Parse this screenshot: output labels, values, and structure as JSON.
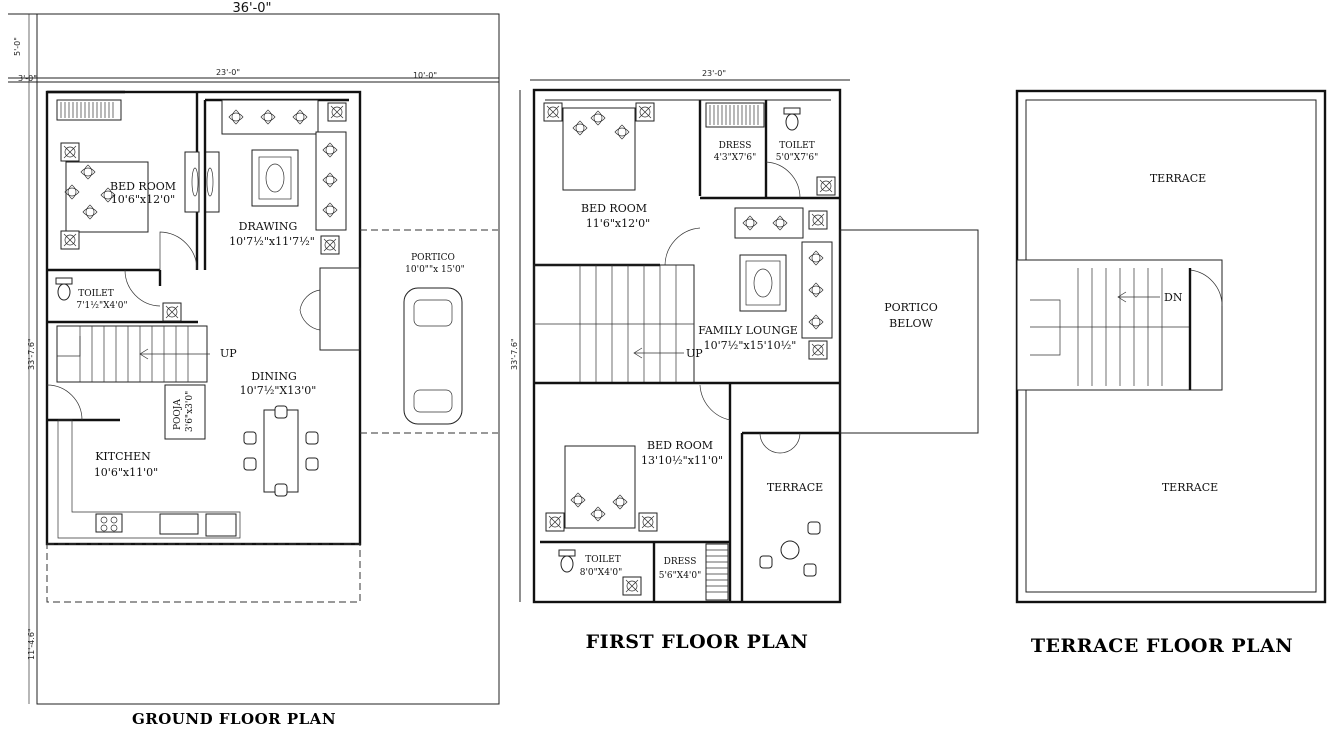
{
  "dimensions": {
    "plot_width": "36'-0\"",
    "front_setback": "5'-0\"",
    "side_setback": "3'-0\"",
    "gf_width": "23'-0\"",
    "portico_width": "10'-0\"",
    "gf_depth": "33'-7.6\"",
    "rear_open": "11'-4.6\"",
    "ff_width": "23'-0\"",
    "ff_depth": "33'-7.6\""
  },
  "ground_floor": {
    "title": "GROUND FLOOR PLAN",
    "bedroom": {
      "name": "BED ROOM",
      "size": "10'6\"x12'0\""
    },
    "drawing": {
      "name": "DRAWING",
      "size": "10'7½\"x11'7½\""
    },
    "portico": {
      "name": "PORTICO",
      "size": "10'0\"\"x 15'0\""
    },
    "toilet": {
      "name": "TOILET",
      "size": "7'1½\"X4'0\""
    },
    "up": "UP",
    "dining": {
      "name": "DINING",
      "size": "10'7½\"X13'0\""
    },
    "pooja": {
      "name": "POOJA",
      "size": "3'6\"x3'0\""
    },
    "kitchen": {
      "name": "KITCHEN",
      "size": "10'6\"x11'0\""
    }
  },
  "first_floor": {
    "title": "FIRST FLOOR PLAN",
    "bedroom1": {
      "name": "BED ROOM",
      "size": "11'6\"x12'0\""
    },
    "dress1": {
      "name": "DRESS",
      "size": "4'3\"X7'6\""
    },
    "toilet1": {
      "name": "TOILET",
      "size": "5'0\"X7'6\""
    },
    "lounge": {
      "name": "FAMILY LOUNGE",
      "size": "10'7½\"x15'10½\""
    },
    "portico_below": {
      "line1": "PORTICO",
      "line2": "BELOW"
    },
    "up": "UP",
    "bedroom2": {
      "name": "BED ROOM",
      "size": "13'10½\"x11'0\""
    },
    "terrace": "TERRACE",
    "toilet2": {
      "name": "TOILET",
      "size": "8'0\"X4'0\""
    },
    "dress2": {
      "name": "DRESS",
      "size": "5'6\"X4'0\""
    }
  },
  "terrace_floor": {
    "title": "TERRACE FLOOR PLAN",
    "terrace_top": "TERRACE",
    "dn": "DN",
    "terrace_bottom": "TERRACE"
  }
}
